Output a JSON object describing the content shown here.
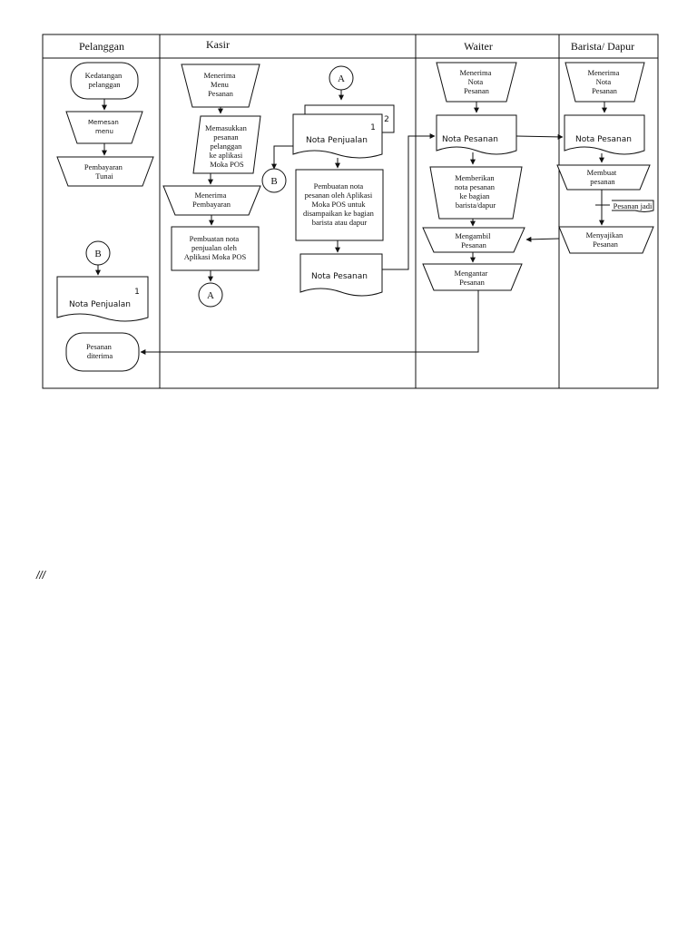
{
  "lanes": [
    "Pelanggan",
    "Kasir",
    "Waiter",
    "Barista/ Dapur"
  ],
  "pelanggan": {
    "kedatangan": [
      "Kedatangan",
      "pelanggan"
    ],
    "memesan": [
      "Memesan",
      "menu"
    ],
    "pembayaran": [
      "Pembayaran",
      "Tunai"
    ],
    "connector_b": "B",
    "nota_penjualan": "Nota Penjualan",
    "nota_penjualan_copy": "1",
    "diterima": [
      "Pesanan",
      "diterima"
    ]
  },
  "kasir": {
    "menerima_menu": [
      "Menerima",
      "Menu",
      "Pesanan"
    ],
    "memasukkan": [
      "Memasukkan",
      "pesanan",
      "pelanggan",
      "ke aplikasi",
      "Moka POS"
    ],
    "menerima_pembayaran": [
      "Menerima",
      "Pembayaran"
    ],
    "pembuatan_nota_penjualan": [
      "Pembuatan nota",
      "penjualan oleh",
      "Aplikasi Moka POS"
    ],
    "connector_a_bottom": "A",
    "connector_a_top": "A",
    "connector_b": "B",
    "nota_penjualan": "Nota Penjualan",
    "nota_copy_1": "1",
    "nota_copy_2": "2",
    "pembuatan_nota_pesanan": [
      "Pembuatan nota",
      "pesanan oleh Aplikasi",
      "Moka POS untuk",
      "disampaikan ke bagian",
      "barista atau dapur"
    ],
    "nota_pesanan": "Nota Pesanan"
  },
  "waiter": {
    "menerima_nota": [
      "Menerima",
      "Nota",
      "Pesanan"
    ],
    "nota_pesanan": "Nota Pesanan",
    "memberikan": [
      "Memberikan",
      "nota pesanan",
      "ke bagian",
      "barista/dapur"
    ],
    "mengambil": [
      "Mengambil",
      "Pesanan"
    ],
    "mengantar": [
      "Mengantar",
      "Pesanan"
    ]
  },
  "barista": {
    "menerima_nota": [
      "Menerima",
      "Nota",
      "Pesanan"
    ],
    "nota_pesanan": "Nota Pesanan",
    "membuat": [
      "Membuat",
      "pesanan"
    ],
    "pesanan_jadi": "Pesanan jadi",
    "menyajikan": [
      "Menyajikan",
      "Pesanan"
    ]
  },
  "footer_mark": "///"
}
